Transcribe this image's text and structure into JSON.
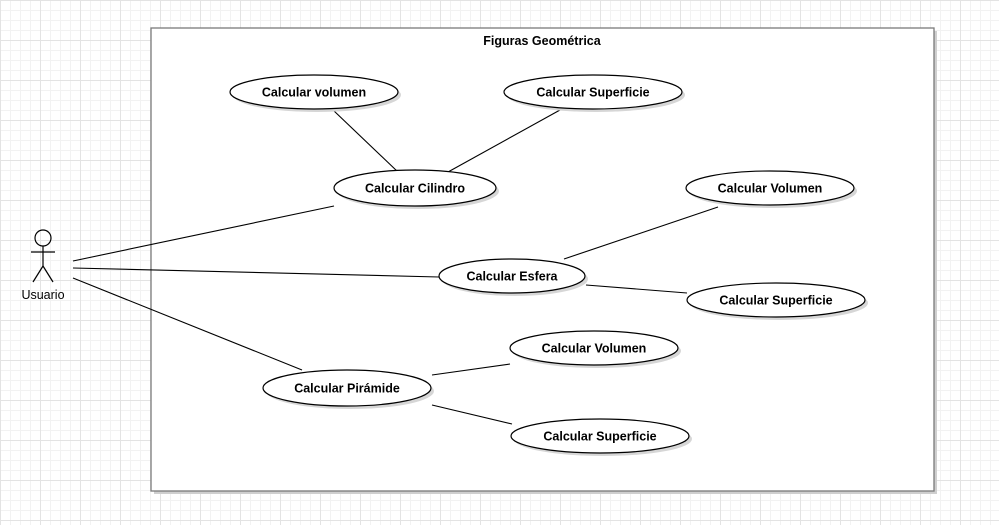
{
  "system": {
    "title": "Figuras Geométrica"
  },
  "actor": {
    "name": "Usuario"
  },
  "use_cases": {
    "calcular_cilindro": "Calcular Cilindro",
    "calcular_esfera": "Calcular Esfera",
    "calcular_piramide": "Calcular Pirámide",
    "cilindro_volumen": "Calcular volumen",
    "cilindro_superficie": "Calcular Superficie",
    "esfera_volumen": "Calcular Volumen",
    "esfera_superficie": "Calcular Superficie",
    "piramide_volumen": "Calcular Volumen",
    "piramide_superficie": "Calcular Superficie"
  }
}
